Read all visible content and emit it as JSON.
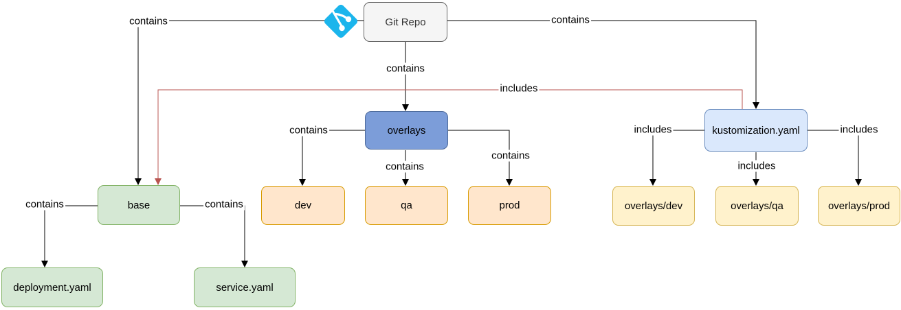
{
  "diagram": {
    "type": "flowchart",
    "nodes": {
      "git_repo": {
        "label": "Git Repo",
        "fill": "#f5f5f5",
        "border": "#666666"
      },
      "overlays": {
        "label": "overlays",
        "fill": "#7c9dd9",
        "border": "#4d6a9a"
      },
      "kustomization": {
        "label": "kustomization.yaml",
        "fill": "#dae8fc",
        "border": "#6c8ebf"
      },
      "base": {
        "label": "base",
        "fill": "#d5e8d4",
        "border": "#82b366"
      },
      "dev": {
        "label": "dev",
        "fill": "#ffe6cc",
        "border": "#d79b00"
      },
      "qa": {
        "label": "qa",
        "fill": "#ffe6cc",
        "border": "#d79b00"
      },
      "prod": {
        "label": "prod",
        "fill": "#ffe6cc",
        "border": "#d79b00"
      },
      "overlays_dev": {
        "label": "overlays/dev",
        "fill": "#fff2cc",
        "border": "#d6b656"
      },
      "overlays_qa": {
        "label": "overlays/qa",
        "fill": "#fff2cc",
        "border": "#d6b656"
      },
      "overlays_prod": {
        "label": "overlays/prod",
        "fill": "#fff2cc",
        "border": "#d6b656"
      },
      "deployment": {
        "label": "deployment.yaml",
        "fill": "#d5e8d4",
        "border": "#82b366"
      },
      "service": {
        "label": "service.yaml",
        "fill": "#d5e8d4",
        "border": "#82b366"
      }
    },
    "edges": [
      {
        "from": "Git Repo",
        "to": "base",
        "label": "contains",
        "color": "#000000"
      },
      {
        "from": "Git Repo",
        "to": "overlays",
        "label": "contains",
        "color": "#000000"
      },
      {
        "from": "Git Repo",
        "to": "kustomization.yaml",
        "label": "contains",
        "color": "#000000"
      },
      {
        "from": "kustomization.yaml",
        "to": "base",
        "label": "includes",
        "color": "#b85450"
      },
      {
        "from": "overlays",
        "to": "dev",
        "label": "contains",
        "color": "#000000"
      },
      {
        "from": "overlays",
        "to": "qa",
        "label": "contains",
        "color": "#000000"
      },
      {
        "from": "overlays",
        "to": "prod",
        "label": "contains",
        "color": "#000000"
      },
      {
        "from": "kustomization.yaml",
        "to": "overlays/dev",
        "label": "includes",
        "color": "#000000"
      },
      {
        "from": "kustomization.yaml",
        "to": "overlays/qa",
        "label": "includes",
        "color": "#000000"
      },
      {
        "from": "kustomization.yaml",
        "to": "overlays/prod",
        "label": "includes",
        "color": "#000000"
      },
      {
        "from": "base",
        "to": "deployment.yaml",
        "label": "contains",
        "color": "#000000"
      },
      {
        "from": "base",
        "to": "service.yaml",
        "label": "contains",
        "color": "#000000"
      }
    ],
    "icons": {
      "git": "git-logo-icon"
    },
    "colors": {
      "background": "#ffffff",
      "edge": "#000000",
      "includes_edge": "#b85450",
      "git_icon": "#1bb5ec"
    }
  }
}
